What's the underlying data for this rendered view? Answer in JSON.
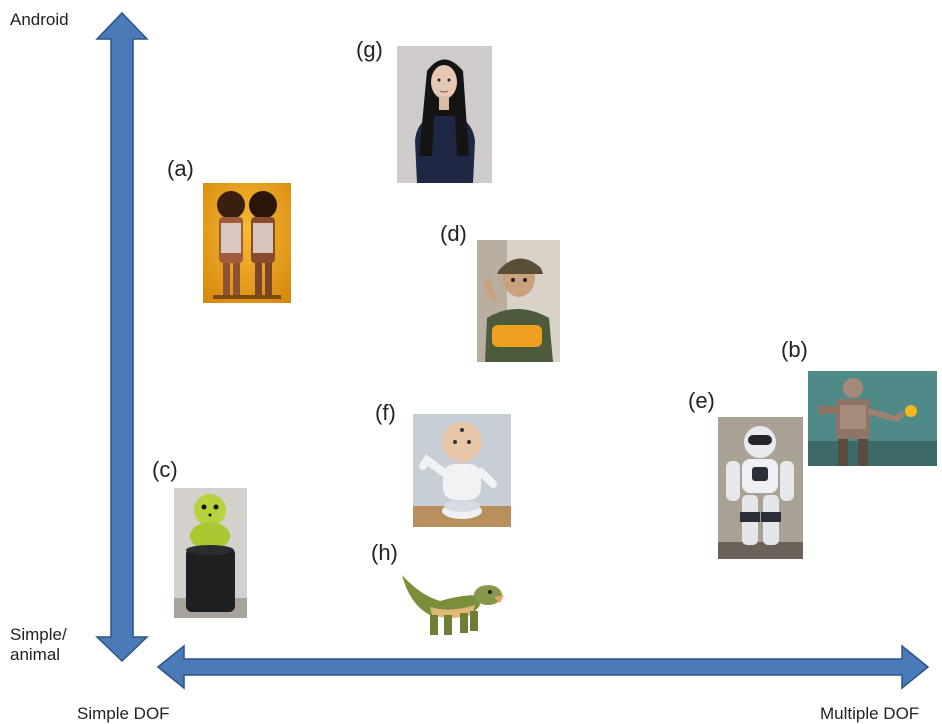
{
  "axes": {
    "y_top": "Android",
    "y_bottom": "Simple/\nanimal",
    "x_left": "Simple DOF",
    "x_right": "Multiple DOF"
  },
  "panels": {
    "a": "(a)",
    "b": "(b)",
    "c": "(c)",
    "d": "(d)",
    "e": "(e)",
    "f": "(f)",
    "g": "(g)",
    "h": "(h)"
  },
  "colors": {
    "arrow_fill": "#4a7ab8",
    "arrow_stroke": "#2c5486"
  },
  "photos": {
    "a": "twin-doll-robots",
    "b": "metallic-humanoid-robot-with-ball",
    "c": "yellow-keepon-robot",
    "d": "child-robot-with-cap",
    "e": "nao-humanoid-robot",
    "f": "white-baby-robot",
    "g": "female-android",
    "h": "pleo-dinosaur-robot"
  }
}
